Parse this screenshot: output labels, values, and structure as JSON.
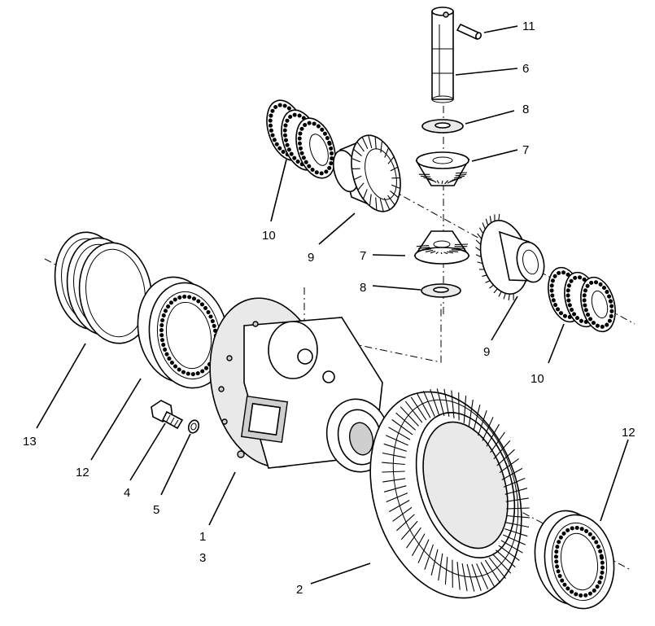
{
  "callouts": {
    "c1": "1",
    "c2": "2",
    "c3": "3",
    "c4": "4",
    "c5": "5",
    "c6": "6",
    "c7a": "7",
    "c7b": "7",
    "c8a": "8",
    "c8b": "8",
    "c9a": "9",
    "c9b": "9",
    "c10a": "10",
    "c10b": "10",
    "c11": "11",
    "c12a": "12",
    "c12b": "12",
    "c13": "13"
  }
}
